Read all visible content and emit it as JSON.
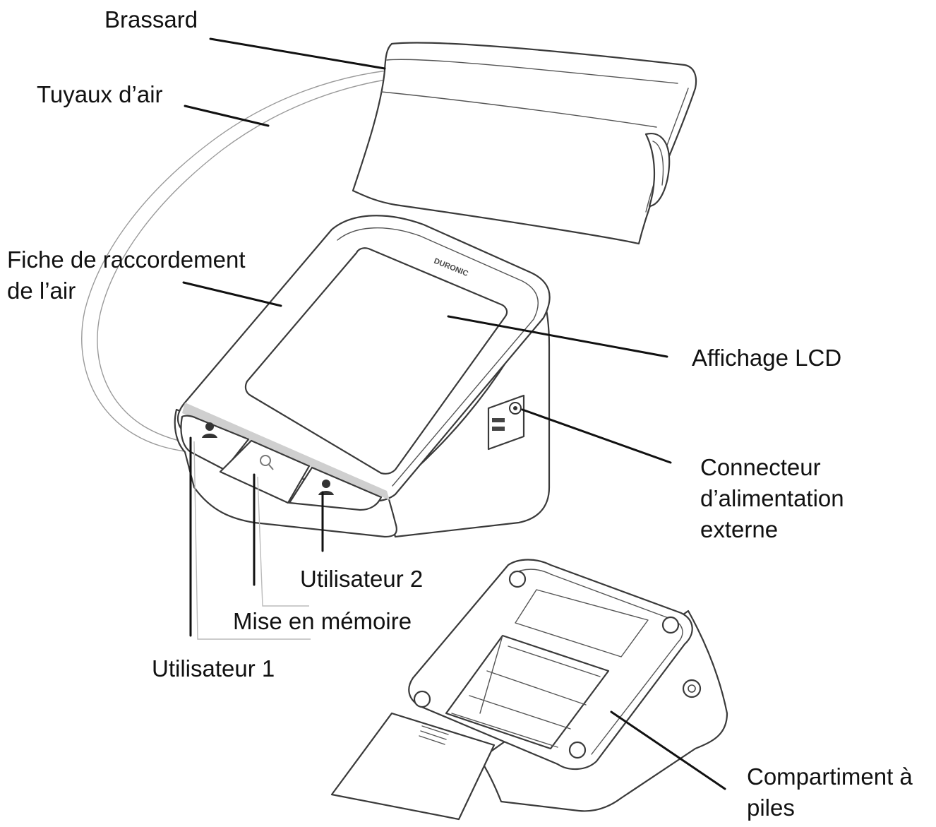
{
  "brand_logo_text": "DURONIC",
  "labels": {
    "brassard": "Brassard",
    "tuyaux_air": "Tuyaux d’air",
    "fiche_line1": "Fiche de raccordement",
    "fiche_line2": "de l’air",
    "affichage_lcd": "Affichage LCD",
    "connecteur_line1": "Connecteur",
    "connecteur_line2": "d’alimentation",
    "connecteur_line3": "externe",
    "utilisateur_2": "Utilisateur 2",
    "mise_en_memoire": "Mise en mémoire",
    "utilisateur_1": "Utilisateur 1",
    "compartiment_line1": "Compartiment à",
    "compartiment_line2": "piles"
  },
  "colors": {
    "text": "#111111",
    "leader": "#111111",
    "outline": "#3a3a3a",
    "button_band": "#cfcfcf"
  }
}
